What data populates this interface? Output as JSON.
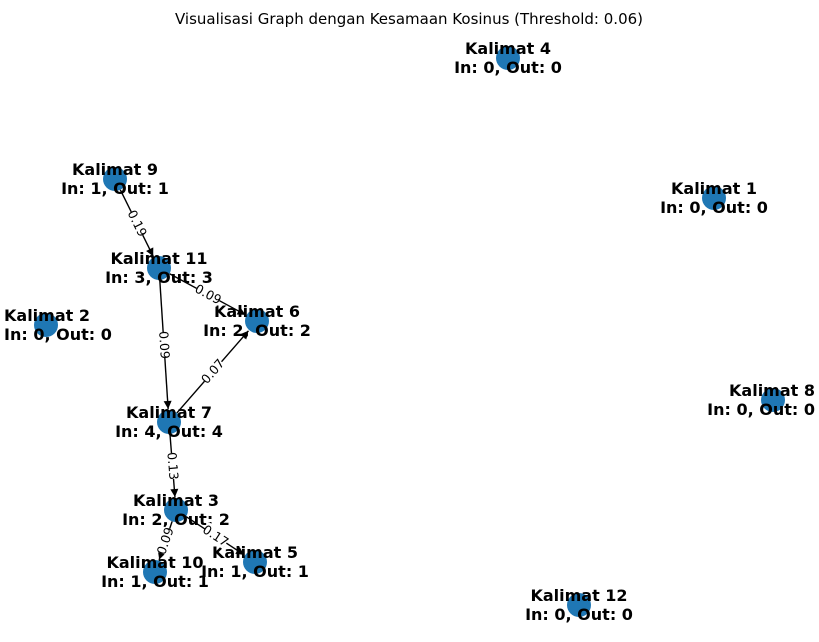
{
  "title": "Visualisasi Graph dengan Kesamaan Kosinus (Threshold: 0.06)",
  "colors": {
    "node": "#1f77b4",
    "edge": "#000000",
    "text": "#000000"
  },
  "nodes": [
    {
      "id": "k1",
      "name": "Kalimat 1",
      "stats": "In: 0, Out: 0"
    },
    {
      "id": "k2",
      "name": "Kalimat 2",
      "stats": "In: 0, Out: 0"
    },
    {
      "id": "k3",
      "name": "Kalimat 3",
      "stats": "In: 2, Out: 2"
    },
    {
      "id": "k4",
      "name": "Kalimat 4",
      "stats": "In: 0, Out: 0"
    },
    {
      "id": "k5",
      "name": "Kalimat 5",
      "stats": "In: 1, Out: 1"
    },
    {
      "id": "k6",
      "name": "Kalimat 6",
      "stats": "In: 2, Out: 2"
    },
    {
      "id": "k7",
      "name": "Kalimat 7",
      "stats": "In: 4, Out: 4"
    },
    {
      "id": "k8",
      "name": "Kalimat 8",
      "stats": "In: 0, Out: 0"
    },
    {
      "id": "k9",
      "name": "Kalimat 9",
      "stats": "In: 1, Out: 1"
    },
    {
      "id": "k10",
      "name": "Kalimat 10",
      "stats": "In: 1, Out: 1"
    },
    {
      "id": "k11",
      "name": "Kalimat 11",
      "stats": "In: 3, Out: 3"
    },
    {
      "id": "k12",
      "name": "Kalimat 12",
      "stats": "In: 0, Out: 0"
    }
  ],
  "edges": [
    {
      "source": "k9",
      "target": "k11",
      "weight": "0.19"
    },
    {
      "source": "k11",
      "target": "k6",
      "weight": "0.09"
    },
    {
      "source": "k11",
      "target": "k7",
      "weight": "0.09"
    },
    {
      "source": "k7",
      "target": "k6",
      "weight": "0.07"
    },
    {
      "source": "k7",
      "target": "k3",
      "weight": "0.13"
    },
    {
      "source": "k3",
      "target": "k10",
      "weight": "0.09"
    },
    {
      "source": "k3",
      "target": "k5",
      "weight": "0.17"
    }
  ]
}
